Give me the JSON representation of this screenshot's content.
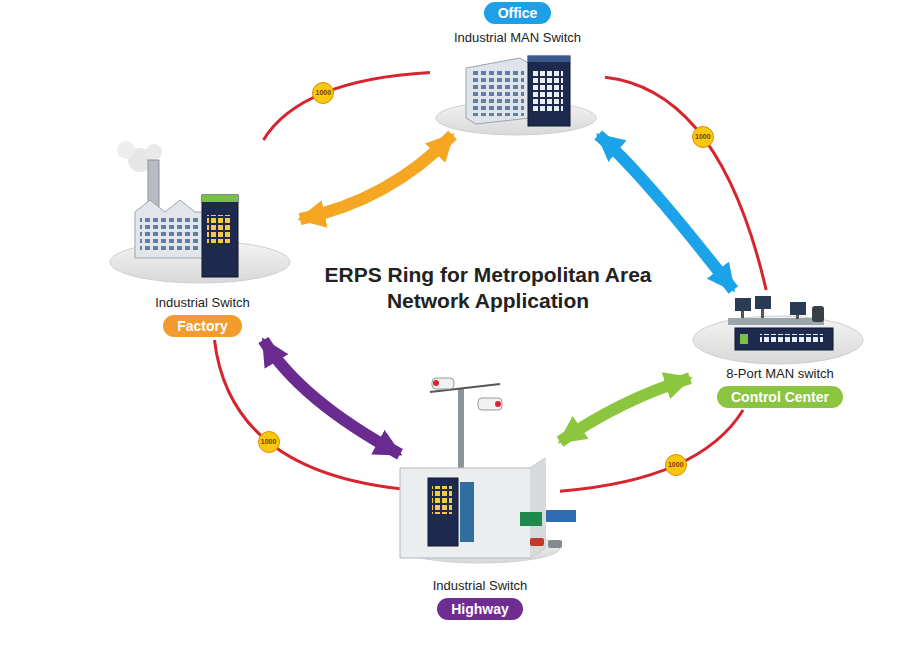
{
  "diagram": {
    "title": "ERPS Ring for Metropolitan Area Network Application",
    "nodes": [
      {
        "text": [
          "Office",
          "Industrial MAN Switch"
        ]
      },
      {
        "text": [
          "Industrial Switch",
          "Factory"
        ]
      },
      {
        "text": [
          "8-Port MAN switch",
          "Control Center"
        ]
      },
      {
        "text": [
          "Industrial Switch",
          "Highway"
        ]
      }
    ],
    "edges": [
      {
        "from": 0,
        "to": 1,
        "arrow": "none",
        "label": "1000"
      },
      {
        "from": 0,
        "to": 2,
        "arrow": "none",
        "label": "1000"
      },
      {
        "from": 1,
        "to": 3,
        "arrow": "none",
        "label": "1000"
      },
      {
        "from": 2,
        "to": 3,
        "arrow": "none",
        "label": "1000"
      },
      {
        "from": 1,
        "to": 0,
        "arrow": "both"
      },
      {
        "from": 0,
        "to": 2,
        "arrow": "both"
      },
      {
        "from": 2,
        "to": 3,
        "arrow": "both"
      },
      {
        "from": 1,
        "to": 3,
        "arrow": "both"
      }
    ]
  }
}
